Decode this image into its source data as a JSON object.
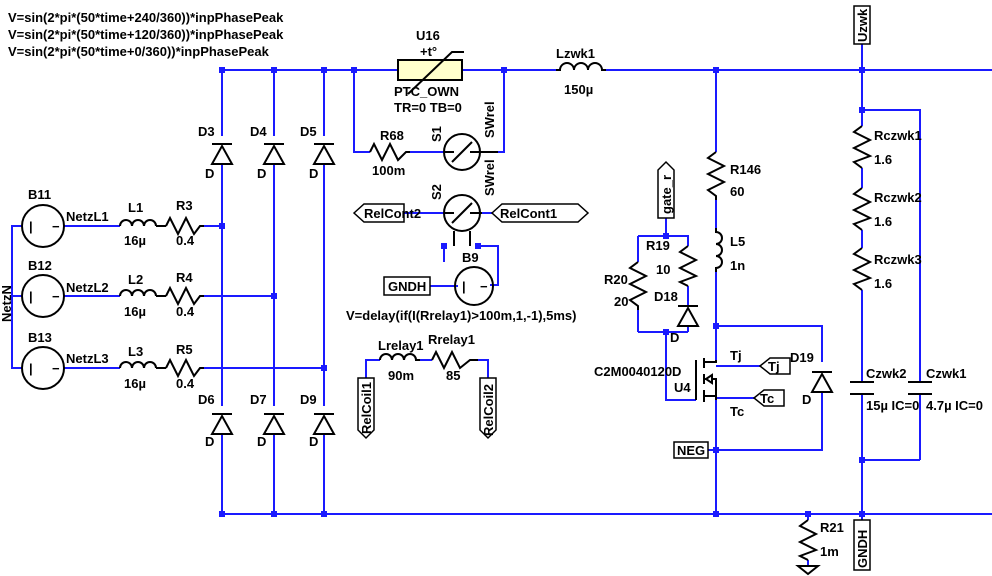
{
  "sources": {
    "eq1": "V=sin(2*pi*(50*time+240/360))*inpPhasePeak",
    "eq2": "V=sin(2*pi*(50*time+120/360))*inpPhasePeak",
    "eq3": "V=sin(2*pi*(50*time+0/360))*inpPhasePeak",
    "b11": "B11",
    "b12": "B12",
    "b13": "B13",
    "netzl1": "NetzL1",
    "netzl2": "NetzL2",
    "netzl3": "NetzL3",
    "netzn": "NetzN"
  },
  "inductors": {
    "l1": "L1",
    "l1v": "16µ",
    "l2": "L2",
    "l2v": "16µ",
    "l3": "L3",
    "l3v": "16µ",
    "lzwk1": "Lzwk1",
    "lzwk1v": "150µ",
    "l5": "L5",
    "l5v": "1n",
    "lrelay1": "Lrelay1",
    "lrelay1v": "90m"
  },
  "resistors": {
    "r3": "R3",
    "r3v": "0.4",
    "r4": "R4",
    "r4v": "0.4",
    "r5": "R5",
    "r5v": "0.4",
    "r68": "R68",
    "r68v": "100m",
    "r146": "R146",
    "r146v": "60",
    "r19": "R19",
    "r19v": "10",
    "r20": "R20",
    "r20v": "20",
    "r21": "R21",
    "r21v": "1m",
    "rcz1": "Rczwk1",
    "rcz1v": "1.6",
    "rcz2": "Rczwk2",
    "rcz2v": "1.6",
    "rcz3": "Rczwk3",
    "rcz3v": "1.6",
    "rrelay1": "Rrelay1",
    "rrelay1v": "85"
  },
  "diodes": {
    "d3": "D3",
    "d4": "D4",
    "d5": "D5",
    "d6": "D6",
    "d7": "D7",
    "d9": "D9",
    "d18": "D18",
    "d19": "D19",
    "model": "D"
  },
  "ptc": {
    "name": "U16",
    "sym": "+t°",
    "model": "PTC_OWN",
    "params": "TR=0  TB=0"
  },
  "switches": {
    "s1": "S1",
    "s2": "S2",
    "swrel": "SWrel"
  },
  "b9": {
    "name": "B9",
    "eq": "V=delay(if(I(Rrelay1)>100m,1,-1),5ms)"
  },
  "mosfet": {
    "part": "C2M0040120D",
    "name": "U4",
    "tj": "Tj",
    "tc": "Tc"
  },
  "caps": {
    "czwk2": "Czwk2",
    "czwk2v": "15µ IC=0",
    "czwk1": "Czwk1",
    "czwk1v": "4.7µ IC=0"
  },
  "flags": {
    "relcont2": "RelCont2",
    "relcont1": "RelCont1",
    "gndh": "GNDH",
    "relcoil1": "RelCoil1",
    "relcoil2": "RelCoil2",
    "gate_r": "gate_r",
    "tj": "Tj",
    "tc": "Tc",
    "neg": "NEG",
    "uzwk": "Uzwk",
    "gndh2": "GNDH"
  },
  "colors": {
    "wire": "#1a1aff",
    "component": "#000000",
    "background": "#ffffff"
  }
}
